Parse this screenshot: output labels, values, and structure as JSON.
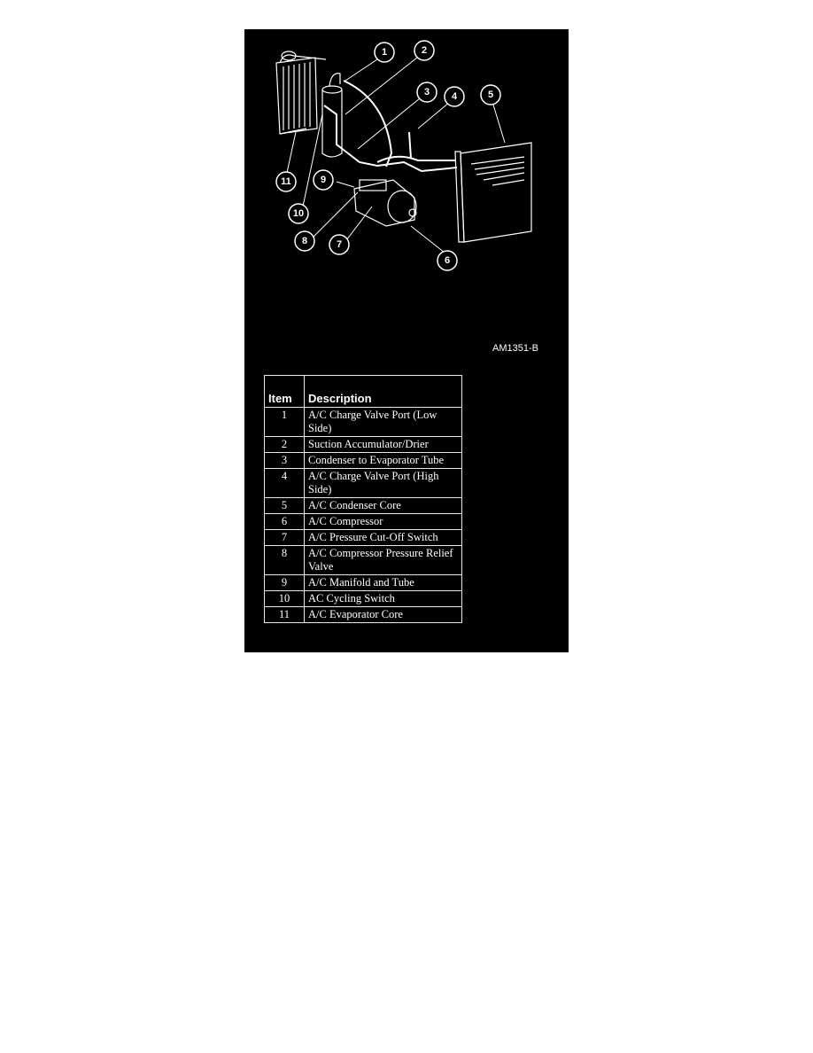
{
  "figure": {
    "id_label": "AM1351-B",
    "callouts": [
      "1",
      "2",
      "3",
      "4",
      "5",
      "6",
      "7",
      "8",
      "9",
      "10",
      "11"
    ]
  },
  "table": {
    "headers": {
      "item": "Item",
      "description": "Description"
    },
    "rows": [
      {
        "item": "1",
        "description": "A/C Charge Valve Port (Low Side)"
      },
      {
        "item": "2",
        "description": "Suction Accumulator/Drier"
      },
      {
        "item": "3",
        "description": "Condenser to Evaporator Tube"
      },
      {
        "item": "4",
        "description": "A/C Charge Valve Port (High Side)"
      },
      {
        "item": "5",
        "description": "A/C Condenser Core"
      },
      {
        "item": "6",
        "description": "A/C Compressor"
      },
      {
        "item": "7",
        "description": "A/C Pressure Cut-Off Switch"
      },
      {
        "item": "8",
        "description": "A/C Compressor Pressure Relief Valve"
      },
      {
        "item": "9",
        "description": "A/C Manifold and Tube"
      },
      {
        "item": "10",
        "description": "AC Cycling Switch"
      },
      {
        "item": "11",
        "description": "A/C Evaporator Core"
      }
    ]
  }
}
